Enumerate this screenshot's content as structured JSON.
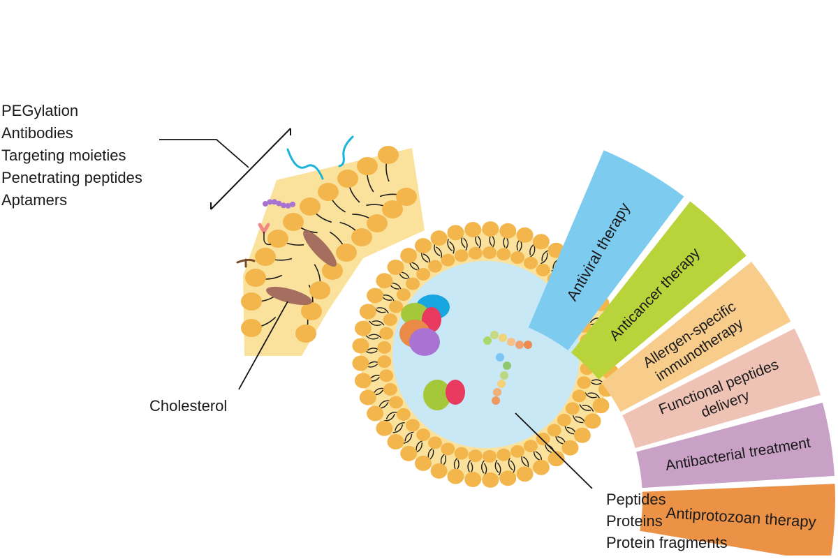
{
  "surface_labels": [
    "PEGylation",
    "Antibodies",
    "Targeting moieties",
    "Penetrating peptides",
    "Aptamers"
  ],
  "cholesterol_label": "Cholesterol",
  "cargo_labels": [
    "Peptides",
    "Proteins",
    "Protein fragments"
  ],
  "applications": [
    {
      "lines": [
        "Antiviral therapy"
      ],
      "color": "#7ecbf0"
    },
    {
      "lines": [
        "Anticancer therapy"
      ],
      "color": "#b9d43b"
    },
    {
      "lines": [
        "Allergen-specific",
        "immunotherapy"
      ],
      "color": "#f8cd8c"
    },
    {
      "lines": [
        "Functional peptides",
        "delivery"
      ],
      "color": "#efc2b6"
    },
    {
      "lines": [
        "Antibacterial treatment"
      ],
      "color": "#c9a0c6"
    },
    {
      "lines": [
        "Antiprotozoan therapy"
      ],
      "color": "#ec9247"
    }
  ],
  "colors": {
    "head": "#f3b64c",
    "bilayer": "#fbe29c",
    "core": "#c9e8f5",
    "tail": "#1a1a1a",
    "cholesterol": "#a56e5e",
    "peg": "#1bb4d6"
  }
}
